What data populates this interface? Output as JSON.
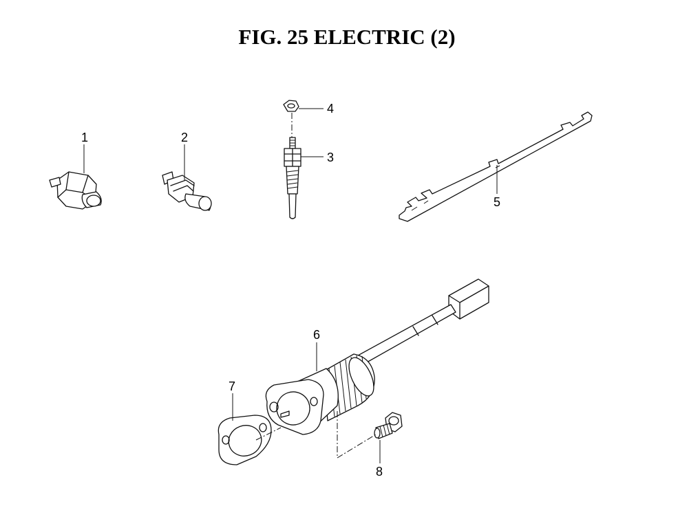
{
  "title": "FIG. 25  ELECTRIC (2)",
  "parts": [
    {
      "id": "1",
      "label": "1"
    },
    {
      "id": "2",
      "label": "2"
    },
    {
      "id": "3",
      "label": "3"
    },
    {
      "id": "4",
      "label": "4"
    },
    {
      "id": "5",
      "label": "5"
    },
    {
      "id": "6",
      "label": "6"
    },
    {
      "id": "7",
      "label": "7"
    },
    {
      "id": "8",
      "label": "8"
    }
  ]
}
